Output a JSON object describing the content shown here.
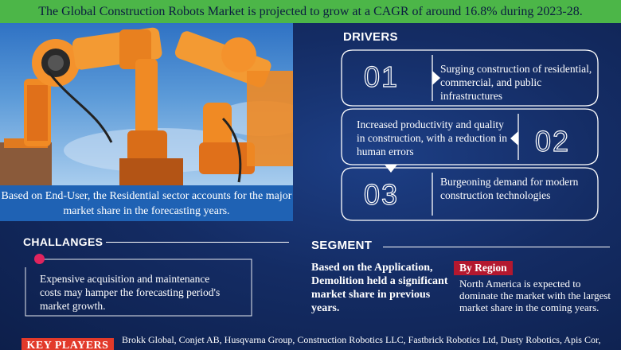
{
  "banner": {
    "text": "The Global Construction Robots Market is projected to grow at a CAGR of around 16.8% during 2023-28."
  },
  "hero_image": {
    "caption": "Based on End-User, the Residential sector accounts for the major market share in the forecasting years."
  },
  "drivers": {
    "heading": "DRIVERS",
    "items": [
      {
        "number": "01",
        "text": "Surging construction of residential, commercial, and public infrastructures"
      },
      {
        "number": "02",
        "text": "Increased productivity and quality in construction, with a reduction in human errors"
      },
      {
        "number": "03",
        "text": "Burgeoning demand for modern construction technologies"
      }
    ]
  },
  "challenges": {
    "heading": "CHALLANGES",
    "text": "Expensive acquisition and maintenance costs may hamper the forecasting period's market growth."
  },
  "segment": {
    "heading": "SEGMENT",
    "application_text": "Based on the Application, Demolition held a significant market share in previous years.",
    "region_label": "By Region",
    "region_text": "North America is expected to dominate the market with the largest market share in the coming years."
  },
  "key_players": {
    "label": "KEY PLAYERS",
    "text": "Brokk Global, Conjet AB, Husqvarna Group, Construction Robotics LLC, Fastbrick Robotics Ltd, Dusty Robotics, Apis Cor,"
  },
  "colors": {
    "banner_green": "#4cb648",
    "caption_blue": "#1f62b4",
    "region_red": "#b3182f",
    "key_players_red": "#e23a2a",
    "background_navy": "#142c64"
  }
}
